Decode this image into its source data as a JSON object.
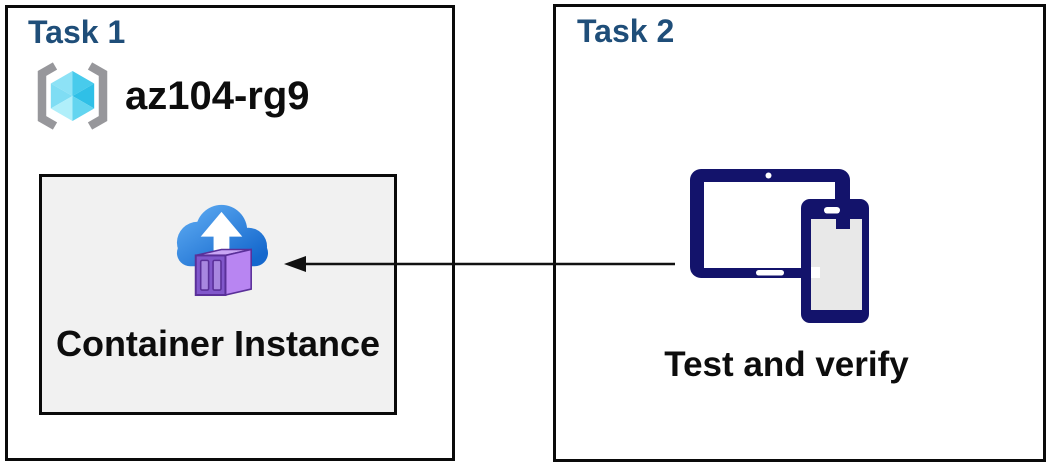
{
  "task1": {
    "title": "Task 1",
    "resource_group": {
      "icon": "resource-group-icon",
      "name": "az104-rg9"
    },
    "container_box": {
      "icon": "container-instances-icon",
      "label": "Container Instance"
    }
  },
  "task2": {
    "title": "Task 2",
    "icon": "tablet-phone-devices-icon",
    "label": "Test and verify"
  },
  "arrow": {
    "from": "task2-devices",
    "to": "task1-container-instance",
    "direction": "right-to-left"
  },
  "colors": {
    "title_blue": "#1F4E79",
    "text_black": "#0d0d0d",
    "box_border": "#0a0a0a",
    "inner_box_bg": "#F1F1F1",
    "device_navy": "#13136B",
    "phone_screen_gray": "#E8E8E8",
    "cloud_blue_top": "#59A7F0",
    "cloud_blue_bottom": "#1568CD",
    "container_front_purple": "#8157CB",
    "container_side_purple": "#B885F2",
    "container_top_purple": "#C9A6F5",
    "container_outline_purple": "#5A3099",
    "bracket_gray": "#97979B",
    "cube_cyan_top_left": "#8DE2F6",
    "cube_cyan_top_right": "#48CBEC",
    "cube_cyan_left": "#7FDDF4",
    "cube_cyan_right": "#2FC0E7",
    "cube_cyan_bottom_left": "#B0EFFA",
    "cube_cyan_bottom_right": "#63D5F0",
    "arrow_black": "#111111"
  }
}
